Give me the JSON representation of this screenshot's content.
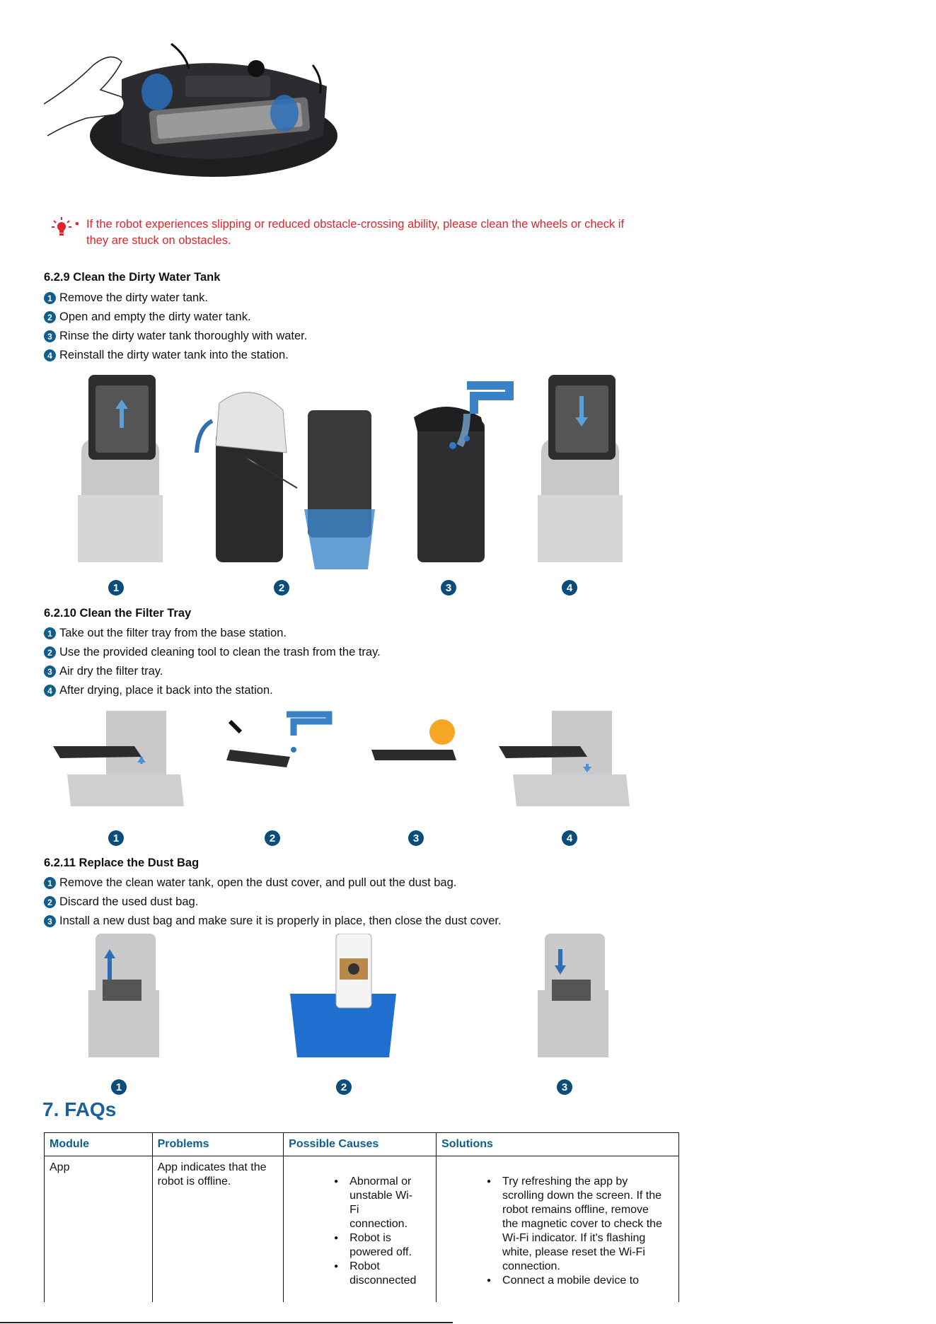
{
  "tip": {
    "icon": "lightbulb-icon",
    "line1": "If the robot experiences slipping or reduced obstacle-crossing ability, please clean the wheels or check if",
    "line2": "they are stuck on obstacles."
  },
  "section_629": {
    "title": "6.2.9 Clean the Dirty Water Tank",
    "steps": [
      "Remove the dirty water tank.",
      "Open and empty the dirty water tank.",
      "Rinse the dirty water tank thoroughly with water.",
      "Reinstall the dirty water tank into the station."
    ],
    "figure_numbers": [
      "1",
      "2",
      "3",
      "4"
    ]
  },
  "section_6210": {
    "title": "6.2.10 Clean the Filter Tray",
    "steps": [
      "Take out the filter tray from the base station.",
      "Use the provided cleaning tool to clean the trash from the tray.",
      "Air dry the filter tray.",
      "After drying, place it back into the station."
    ],
    "figure_numbers": [
      "1",
      "2",
      "3",
      "4"
    ]
  },
  "section_6211": {
    "title": "6.2.11 Replace the Dust Bag",
    "steps": [
      "Remove the clean water tank, open the dust cover, and pull out the dust bag.",
      "Discard the used dust bag.",
      "Install a new dust bag and make sure it is properly in place, then close the dust cover."
    ],
    "figure_numbers": [
      "1",
      "2",
      "3"
    ]
  },
  "faqs": {
    "title": "7. FAQs",
    "headers": [
      "Module",
      "Problems",
      "Possible Causes",
      "Solutions"
    ],
    "row": {
      "module": "App",
      "problem": "App indicates that the robot is offline.",
      "causes": [
        "Abnormal or unstable Wi-Fi connection.",
        "Robot is powered off.",
        "Robot disconnected"
      ],
      "solutions": [
        "Try refreshing the app by scrolling down the screen. If the robot remains offline, remove the magnetic cover to check the Wi-Fi indicator. If it's flashing white, please reset the Wi-Fi connection.",
        "Connect a mobile device to"
      ]
    }
  },
  "colors": {
    "tip": "#e2232b",
    "accent": "#0e5d8f",
    "heading": "#1a5fa0"
  }
}
